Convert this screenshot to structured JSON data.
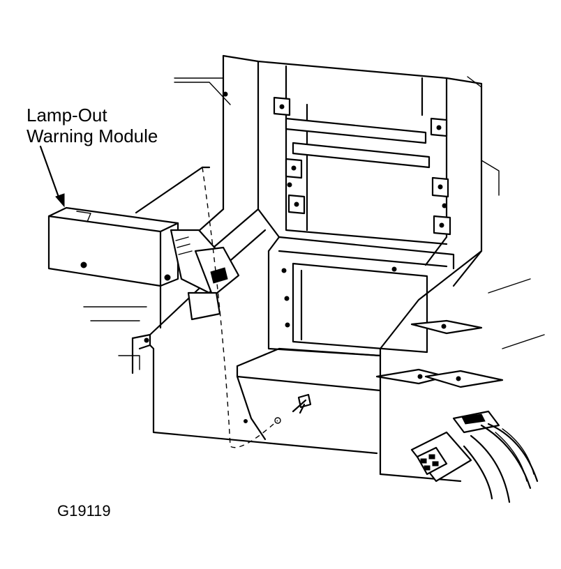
{
  "labels": {
    "module_line1": "Lamp-Out",
    "module_line2": "Warning Module",
    "figure_id": "G19119"
  },
  "colors": {
    "ink": "#000000",
    "paper": "#ffffff"
  }
}
